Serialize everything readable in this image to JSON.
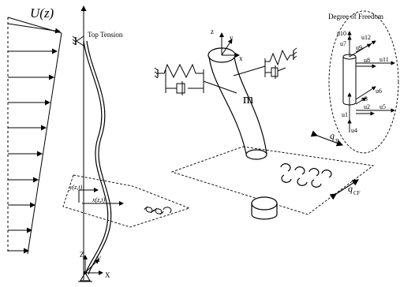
{
  "labels": {
    "uz": "U(z)",
    "top_tension": "Top Tension",
    "z_left": "z",
    "y_left": "y",
    "x_left": "x",
    "y_zt": "y(z,t)",
    "x_zt": "x(z,t)",
    "z_bottom": "Z",
    "y_bottom": "Y",
    "x_bottom": "X",
    "z_mid": "z",
    "y_mid": "y",
    "x_mid": "x",
    "mass": "m",
    "q_il": "q",
    "q_il_sub": "IL",
    "q_cf": "q",
    "q_cf_sub": "CF",
    "dof_title": "Degree of Freedom",
    "dof": [
      "u10",
      "u7",
      "u12",
      "u9",
      "u8",
      "u11",
      "u1",
      "u3",
      "u6",
      "u2",
      "u5",
      "u4"
    ]
  },
  "colors": {
    "stroke": "#000000",
    "background": "#ffffff"
  }
}
